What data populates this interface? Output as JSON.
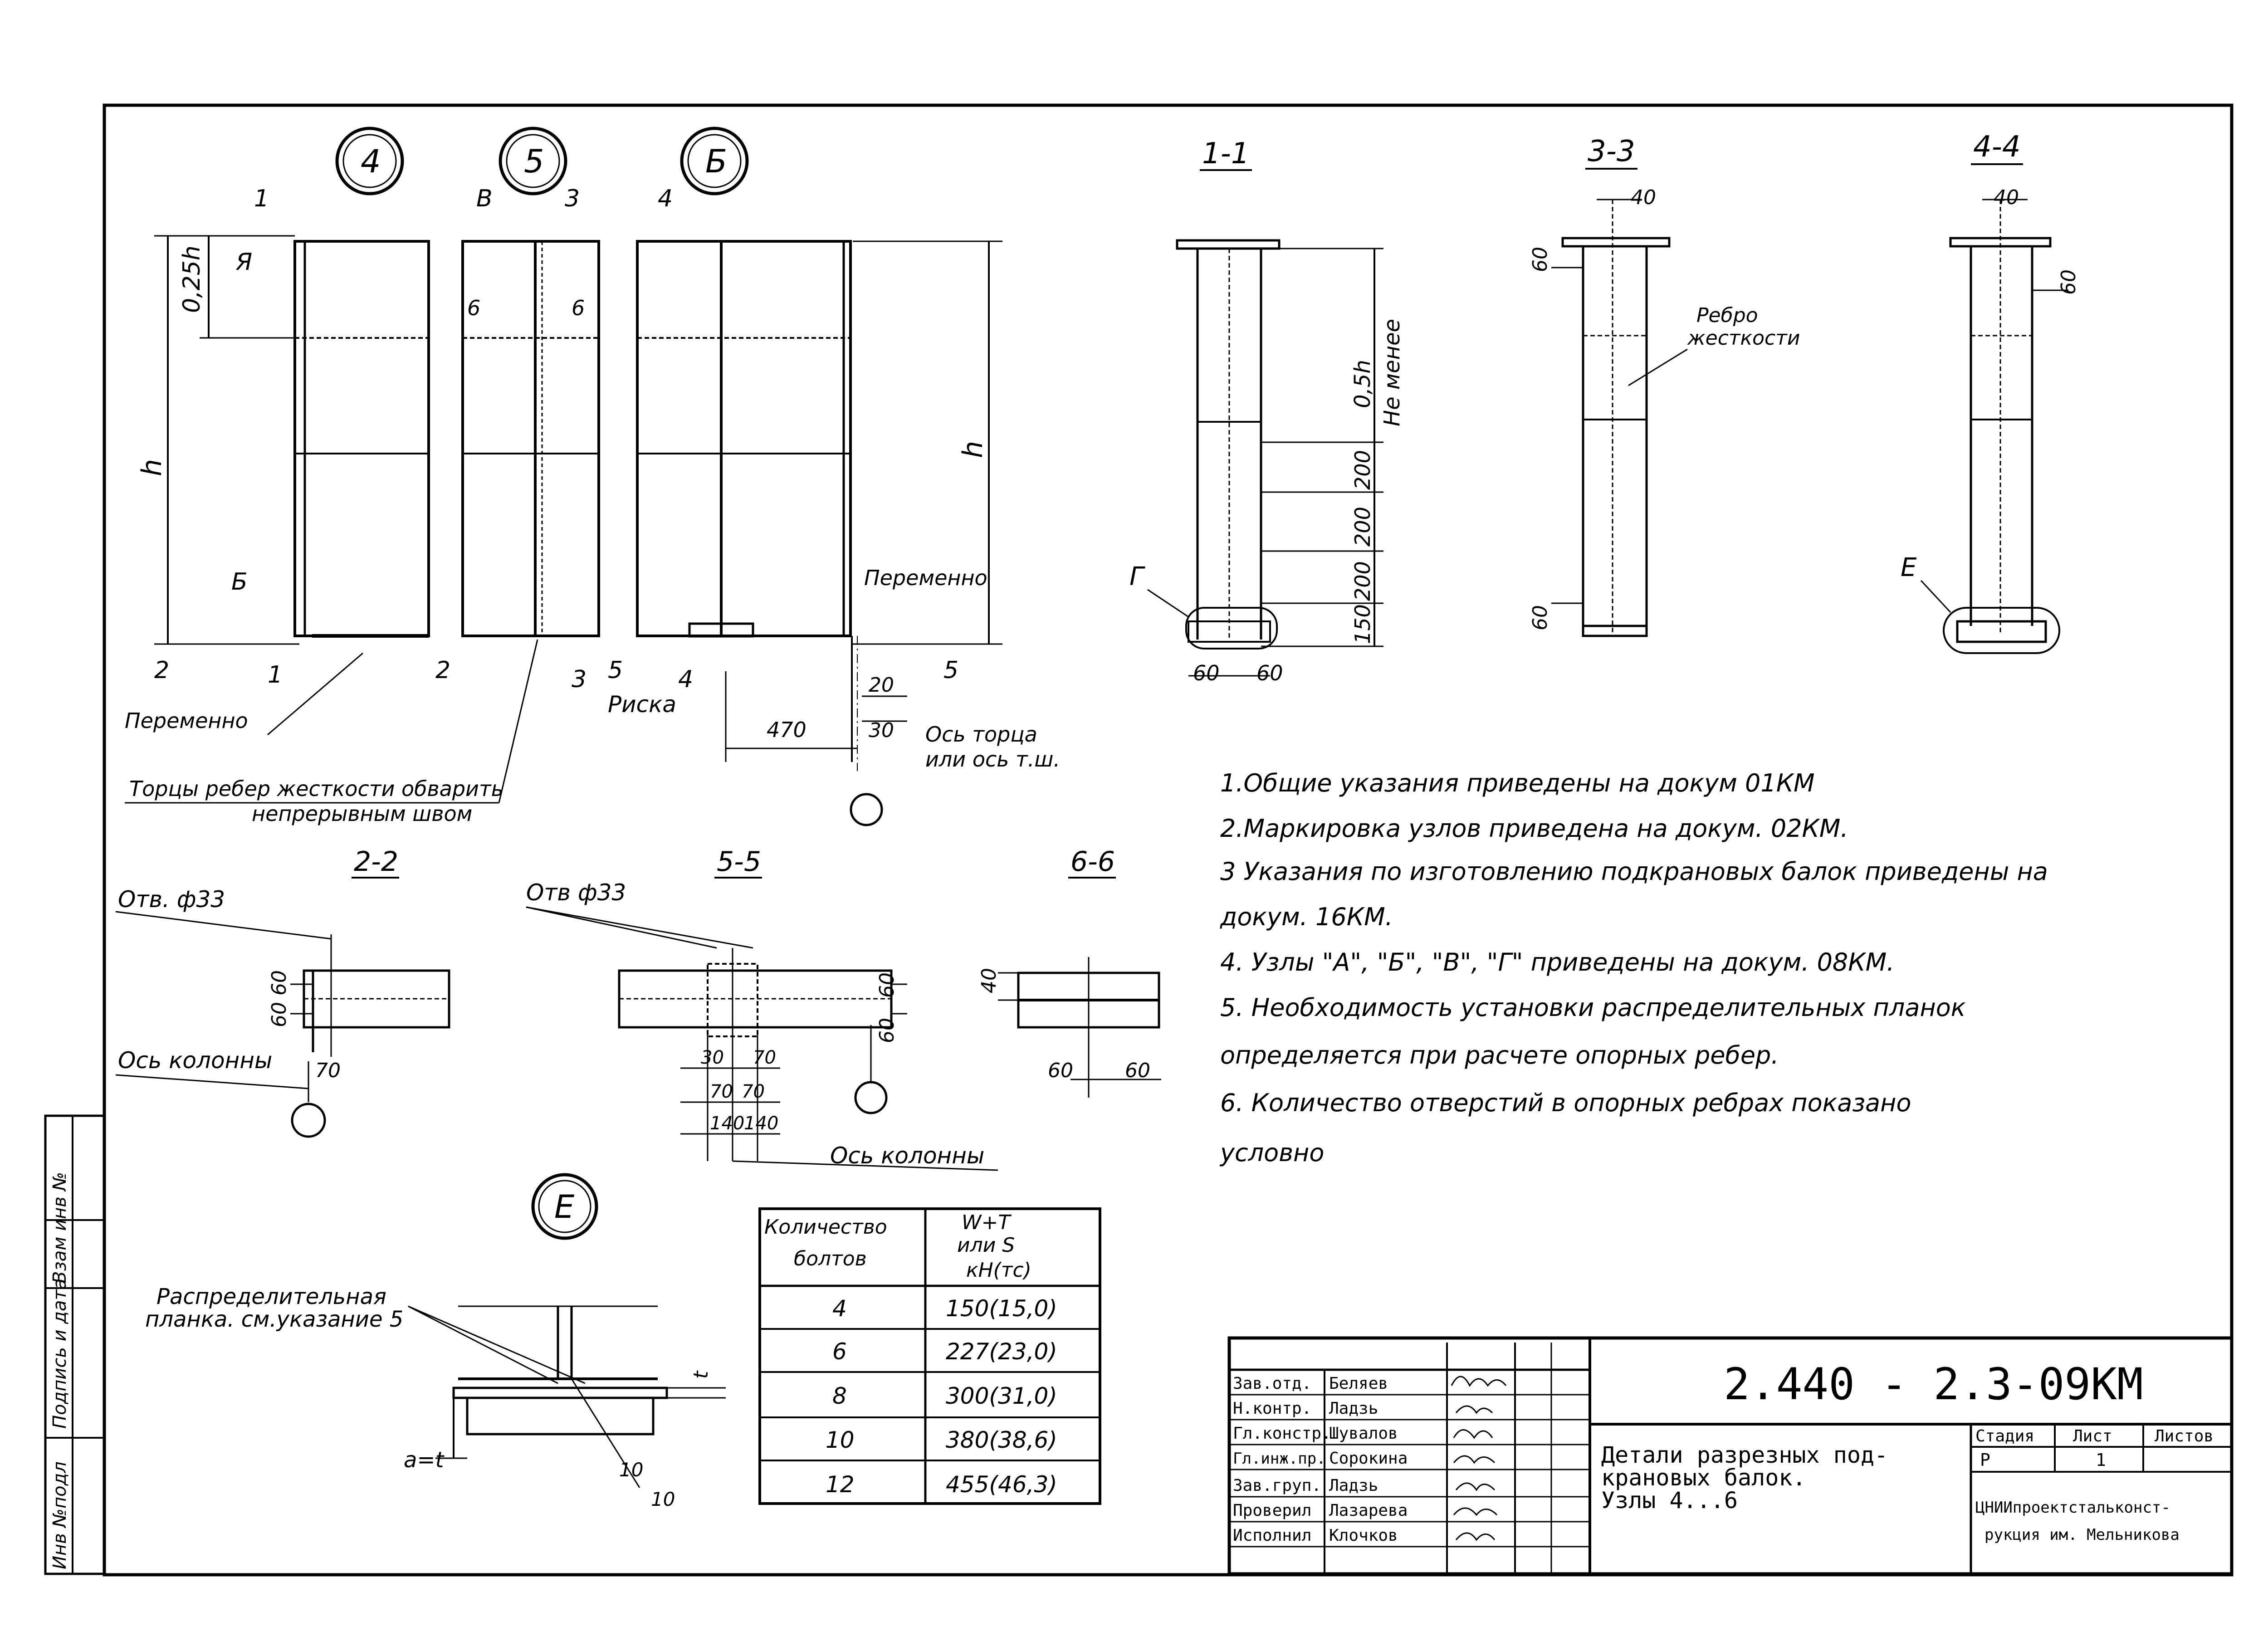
{
  "nodes": {
    "circle_4": "4",
    "circle_5": "5",
    "circle_6": "Б",
    "circle_E": "E"
  },
  "sections": {
    "s11": "1-1",
    "s33": "3-3",
    "s44": "4-4",
    "s22": "2-2",
    "s55": "5-5",
    "s66": "6-6"
  },
  "elev": {
    "cut1_top": "1",
    "cut1_bot": "1",
    "cut2_left": "2",
    "cut2_right": "2",
    "cutB": "В",
    "cut3_top": "3",
    "cut3_bot": "3",
    "cut4_top": "4",
    "cut4_bot": "4",
    "cut5_left": "5",
    "cut5_right": "5",
    "cut6_left": "6",
    "cut6_right": "6",
    "nodeA": "Я",
    "nodeB": "Б",
    "dim_025h": "0,25h",
    "h_left": "h",
    "h_right": "h",
    "peremenno1": "Переменно",
    "peremenno2": "Переменно",
    "riska": "Риска",
    "d470": "470",
    "d20": "20",
    "d30": "30",
    "axis1": "Ось торца",
    "axis2": "или ось т.ш.",
    "weld1": "Торцы ребер жесткости обварить",
    "weld2": "непрерывным швом"
  },
  "sec11": {
    "d05h": "0,5h",
    "ne_menee": "Не менее",
    "d200a": "200",
    "d200b": "200",
    "d200c": "200",
    "d150": "150",
    "d60a": "60",
    "d60b": "60",
    "g": "Г"
  },
  "sec33": {
    "d40": "40",
    "d60a": "60",
    "d60b": "60",
    "rebro1": "Ребро",
    "rebro2": "жесткости"
  },
  "sec44": {
    "d40": "40",
    "d60": "60",
    "e": "Е"
  },
  "sec22": {
    "hole": "Отв. ф33",
    "d6060": "60 60",
    "axis": "Ось колонны",
    "d70": "70"
  },
  "sec55": {
    "hole": "Отв ф33",
    "d60a": "60",
    "d60b": "60",
    "d30": "30",
    "d70a": "70",
    "d70b": "70",
    "d70c": "70",
    "d140a": "140",
    "d140b": "140",
    "axis": "Ось колонны"
  },
  "sec66": {
    "d40": "40",
    "d60a": "60",
    "d60b": "60"
  },
  "nodeE": {
    "plank1": "Распределительная",
    "plank2": "планка. см.указание 5",
    "a_eq": "а=t",
    "d10a": "10",
    "d10b": "10",
    "t": "t"
  },
  "notes": [
    "1.Общие указания приведены на докум 01КМ",
    "2.Маркировка узлов приведена на докум. 02КМ.",
    "3 Указания по изготовлению подкрановых балок приведены на",
    "докум. 16КМ.",
    "4. Узлы \"А\", \"Б\", \"В\", \"Г\" приведены на докум. 08КМ.",
    "5. Необходимость установки распределительных планок",
    "определяется при расчете опорных ребер.",
    "6. Количество отверстий в опорных ребрах показано",
    "условно"
  ],
  "bolt_table": {
    "header_col1": [
      "Количество",
      "болтов"
    ],
    "header_col2": [
      "W+T",
      "или S",
      "кН(тс)"
    ],
    "rows": [
      [
        "4",
        "150(15,0)"
      ],
      [
        "6",
        "227(23,0)"
      ],
      [
        "8",
        "300(31,0)"
      ],
      [
        "10",
        "380(38,6)"
      ],
      [
        "12",
        "455(46,3)"
      ]
    ]
  },
  "stamp": {
    "roles": [
      "Зав.отд.",
      "Н.контр.",
      "Гл.констр.",
      "Гл.инж.пр.",
      "Зав.груп.",
      "Проверил",
      "Исполнил"
    ],
    "names": [
      "Беляев",
      "Ладзь",
      "Шувалов",
      "Сорокина",
      "Ладзь",
      "Лазарева",
      "Клочков"
    ],
    "doc_code": "2.440 - 2.3-09КМ",
    "title": [
      "Детали разрезных под-",
      "крановых балок.",
      "Узлы 4...6"
    ],
    "stage_label": "Стадия",
    "sheet_label": "Лист",
    "sheets_label": "Листов",
    "stage_value": "Р",
    "sheet_value": "1",
    "org": [
      "ЦНИИпроектстальконст-",
      "рукция им. Мельникова"
    ]
  },
  "side_stamp": [
    "Инв №подл",
    "Подпись и дата",
    "Взам инв №"
  ]
}
